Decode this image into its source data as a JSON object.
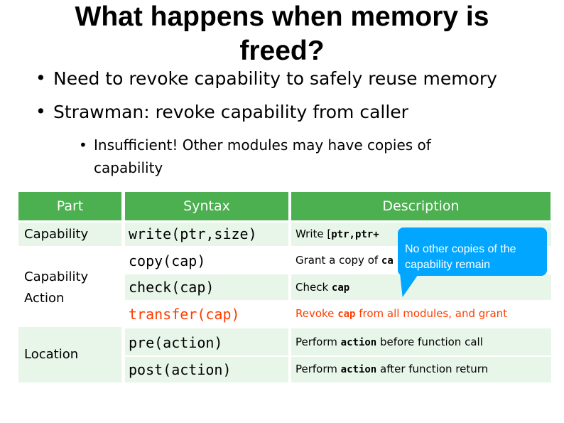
{
  "title": {
    "line1": "What happens when memory is",
    "line2": "freed?"
  },
  "bullets": [
    "Need to revoke capability to safely reuse memory",
    "Strawman: revoke capability from caller"
  ],
  "sub_bullet": "Insufficient! Other modules may have copies of capability",
  "table": {
    "headers": {
      "part": "Part",
      "syntax": "Syntax",
      "description": "Description"
    },
    "parts": [
      "Capability",
      "Capability Action",
      "Location"
    ],
    "rows": [
      {
        "syntax": "write(ptr,size)",
        "desc_pre": "Write [",
        "desc_code": "ptr,ptr+",
        "desc_post": ""
      },
      {
        "syntax": "copy(cap)",
        "desc_pre": "Grant a copy of ",
        "desc_code": "ca",
        "desc_post": ""
      },
      {
        "syntax": "check(cap)",
        "desc_pre": "Check ",
        "desc_code": "cap",
        "desc_post": ""
      },
      {
        "syntax": "transfer(cap)",
        "desc_pre": "Revoke ",
        "desc_code": "cap",
        "desc_post": " from all modules, and grant"
      },
      {
        "syntax": "pre(action)",
        "desc_pre": "Perform ",
        "desc_code": "action",
        "desc_post": "  before function call"
      },
      {
        "syntax": "post(action)",
        "desc_pre": "Perform ",
        "desc_code": "action",
        "desc_post": "  after function return"
      }
    ]
  },
  "callout": "No other copies of the capability remain",
  "colors": {
    "header": "#4caf50",
    "row_light": "#e8f5e9",
    "transfer_syntax": "#ff3d00",
    "transfer_desc": "#ff3d00",
    "callout": "#00a6ff"
  }
}
